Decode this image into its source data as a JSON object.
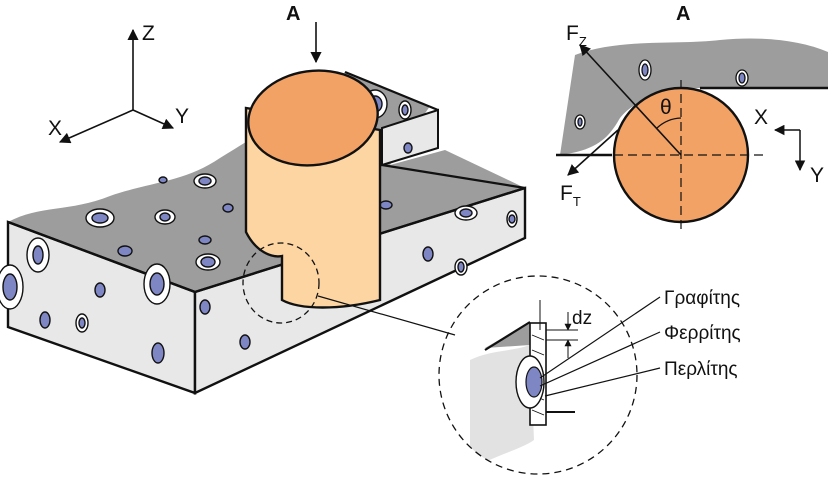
{
  "axes": {
    "z": "Z",
    "x": "X",
    "y": "Y"
  },
  "view_marker": "A",
  "section_view": {
    "title": "A",
    "force_z": "F",
    "force_z_sub": "Z",
    "force_t": "F",
    "force_t_sub": "T",
    "angle": "θ",
    "axis_x": "X",
    "axis_y": "Y"
  },
  "detail": {
    "depth": "dz",
    "phases": [
      "Γραφίτης",
      "Φερρίτης",
      "Περλίτης"
    ]
  },
  "colors": {
    "tool_front": "#f3a266",
    "tool_side": "#fdd5a2",
    "workpiece_top": "#9d9d9d",
    "workpiece_side": "#e8e8e8",
    "nodule": "#7f86c4",
    "line": "#111111"
  }
}
